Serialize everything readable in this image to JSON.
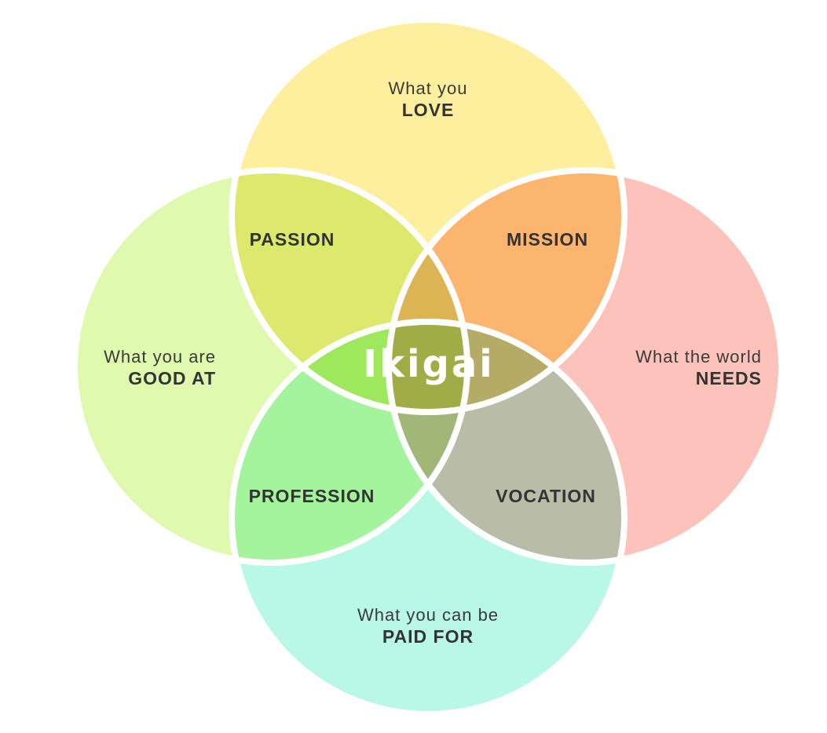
{
  "diagram": {
    "circles": {
      "love": {
        "line1": "What you",
        "line2": "LOVE",
        "color": "#FDEF9D"
      },
      "good_at": {
        "line1": "What you are",
        "line2": "GOOD AT",
        "color": "#DFF9AE"
      },
      "needs": {
        "line1": "What the world",
        "line2": "NEEDS",
        "color": "#FDC2BA"
      },
      "paid_for": {
        "line1": "What you can be",
        "line2": "PAID FOR",
        "color": "#B9F7E6"
      }
    },
    "overlaps": {
      "passion": {
        "label": "PASSION",
        "color": "#DCE96C"
      },
      "mission": {
        "label": "MISSION",
        "color": "#FBB56F"
      },
      "profession": {
        "label": "PROFESSION",
        "color": "#A3F49C"
      },
      "vocation": {
        "label": "VOCATION",
        "color": "#B9BCA6"
      }
    },
    "triple_overlaps": {
      "top": {
        "color": "#DDB453"
      },
      "left": {
        "color": "#9EE85E"
      },
      "right": {
        "color": "#B4AC66"
      },
      "bottom": {
        "color": "#A0B778"
      }
    },
    "center": {
      "label": "Ikigai",
      "color": "#A0AC45"
    },
    "stroke_color": "#FFFFFF"
  }
}
